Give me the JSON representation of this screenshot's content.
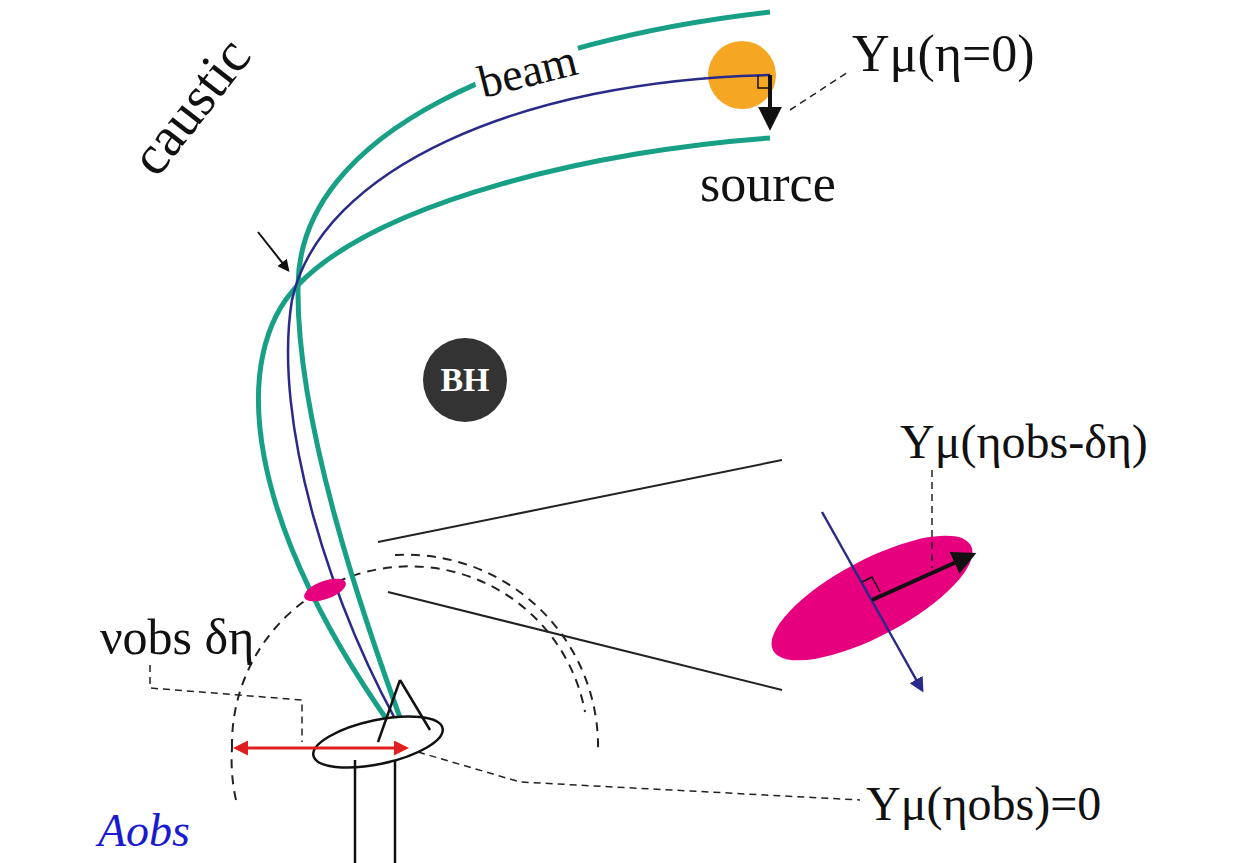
{
  "diagram": {
    "nodes": [
      {
        "text": [
          "BH"
        ]
      }
    ],
    "labels": [
      "Yμ(η=0)",
      "beam",
      "caustic",
      "source",
      "Yμ(ηobs-δη)",
      "νobs δη",
      "Yμ(ηobs)=0",
      "Aobs"
    ]
  }
}
